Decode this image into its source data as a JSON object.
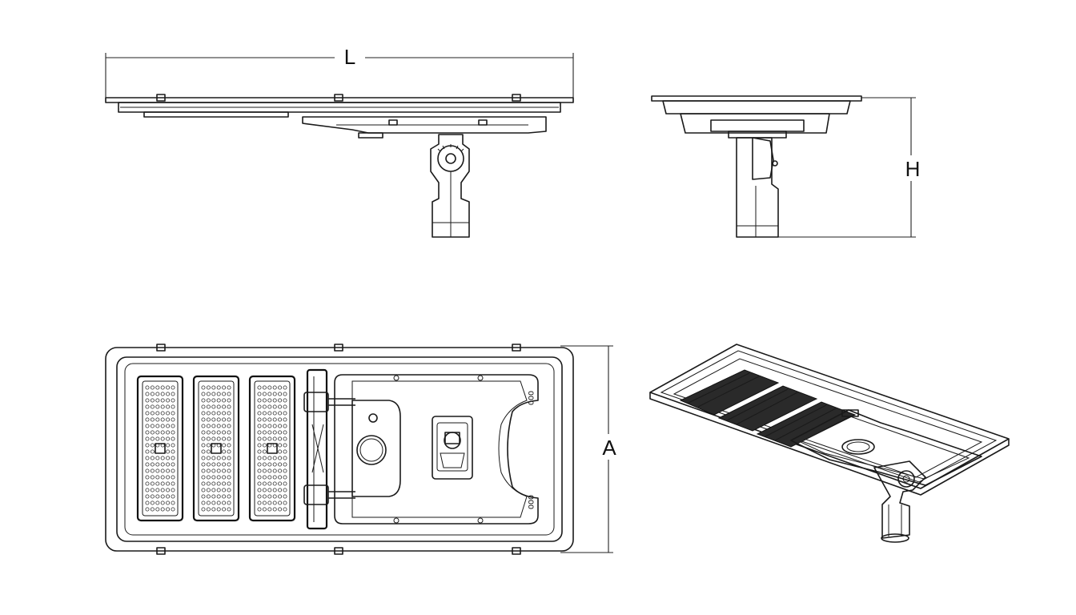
{
  "dimensions": {
    "length_label": "L",
    "height_label": "H",
    "width_label": "A"
  },
  "views": [
    {
      "id": "front",
      "shape": "front-elevation"
    },
    {
      "id": "side",
      "shape": "side-elevation"
    },
    {
      "id": "bottom",
      "shape": "plan-underside"
    },
    {
      "id": "iso",
      "shape": "isometric"
    }
  ],
  "led_modules": 3,
  "colors": {
    "line": "#1a1a1a",
    "background": "#ffffff",
    "led_fill": "#2a2a2a"
  }
}
